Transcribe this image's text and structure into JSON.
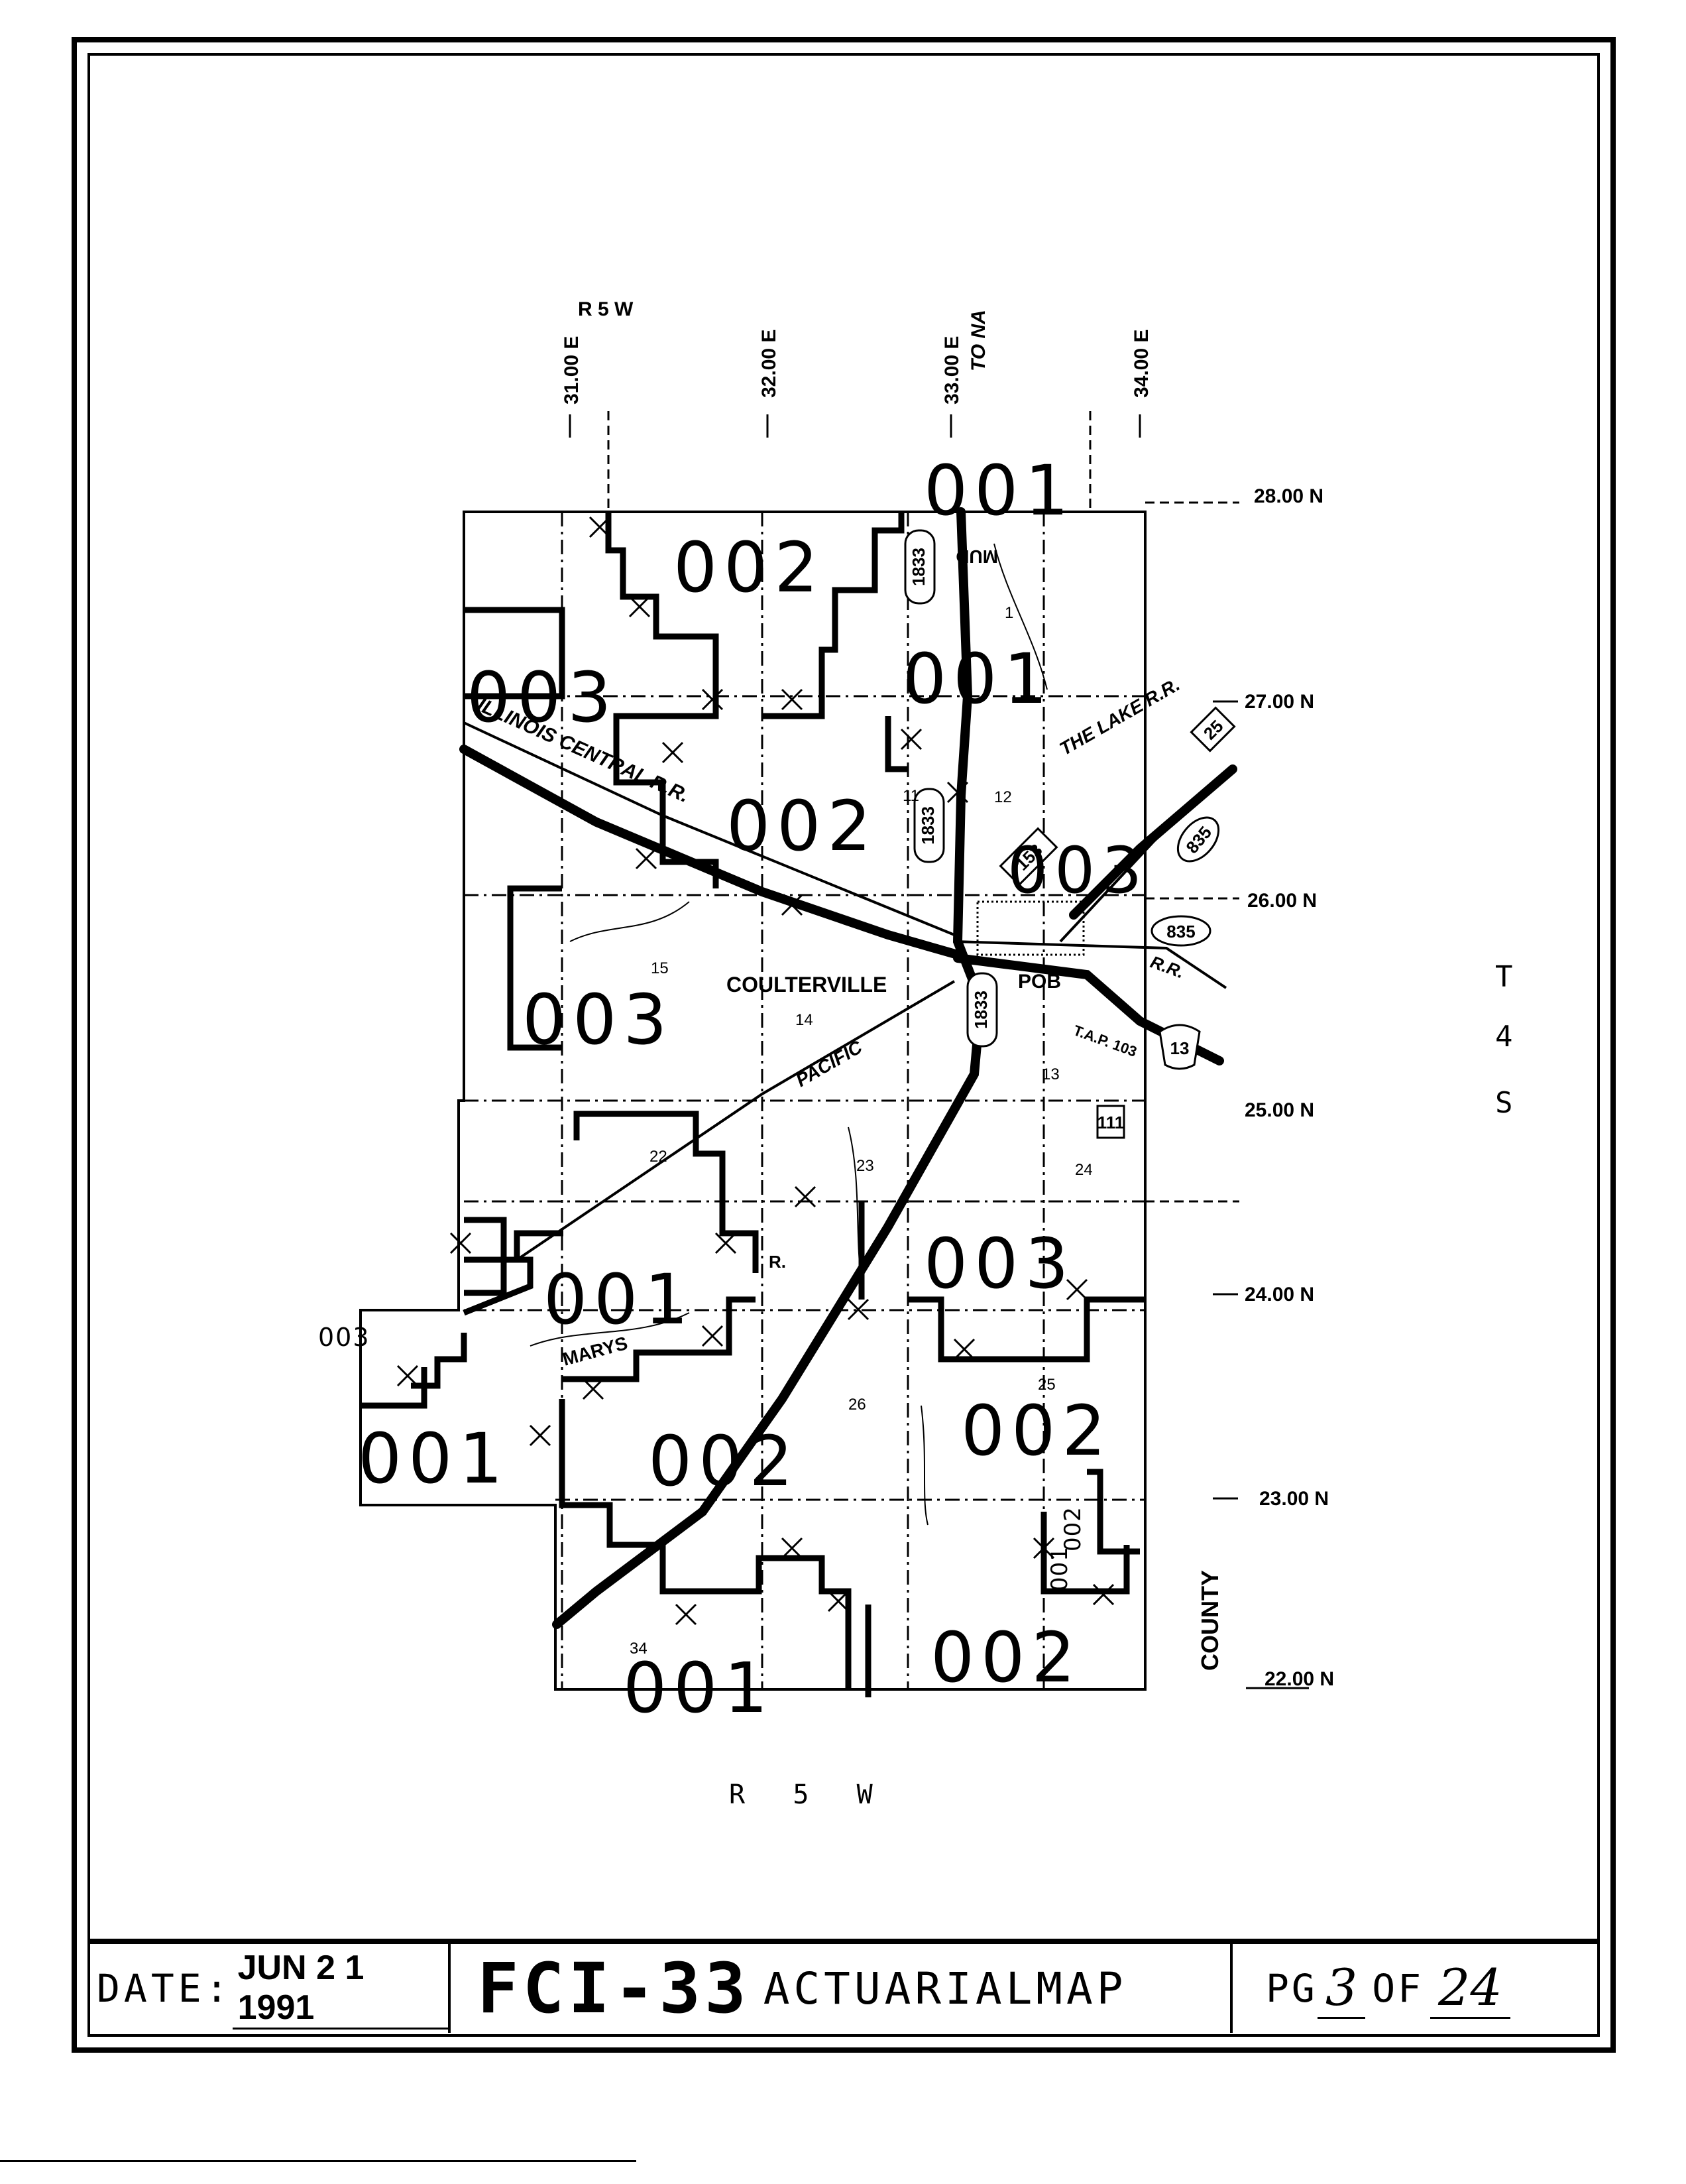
{
  "footer": {
    "date_label": "DATE:",
    "date_value": "JUN 2 1 1991",
    "form_code": "FCI-33",
    "title": "ACTUARIALMAP",
    "page_label": "PG",
    "page_num": "3",
    "of_label": "OF",
    "page_total": "24"
  },
  "map": {
    "range_top": "R 5 W",
    "range_bottom": "R   5   W",
    "township": [
      "T",
      "4",
      "S"
    ],
    "easting_ticks": [
      "31.00 E",
      "32.00 E",
      "33.00 E",
      "34.00 E"
    ],
    "northing_ticks": [
      "28.00 N",
      "27.00 N",
      "26.00 N",
      "25.00 N",
      "24.00 N",
      "23.00 N",
      "22.00 N"
    ],
    "to_note": "TO NA",
    "town": "COULTERVILLE",
    "county": "COUNTY",
    "railroads": [
      "ILLINOIS CENTRAL R.R.",
      "THE LAKE R.R.",
      "PACIFIC",
      "R.R."
    ],
    "water": [
      "MUD",
      "MARYS",
      "R."
    ],
    "pob": "POB",
    "highways": [
      "1833",
      "1833",
      "1833",
      "835",
      "835",
      "25",
      "13",
      "153",
      "111"
    ],
    "section_numbers": [
      "1",
      "11",
      "12",
      "13",
      "14",
      "15",
      "22",
      "23",
      "24",
      "25",
      "26",
      "34"
    ],
    "zones": [
      "001",
      "002",
      "003",
      "001",
      "002",
      "003",
      "003",
      "001",
      "003",
      "003",
      "001",
      "002",
      "002",
      "002",
      "001",
      "002",
      "001"
    ],
    "misc": [
      "T.A.P. 103"
    ]
  }
}
